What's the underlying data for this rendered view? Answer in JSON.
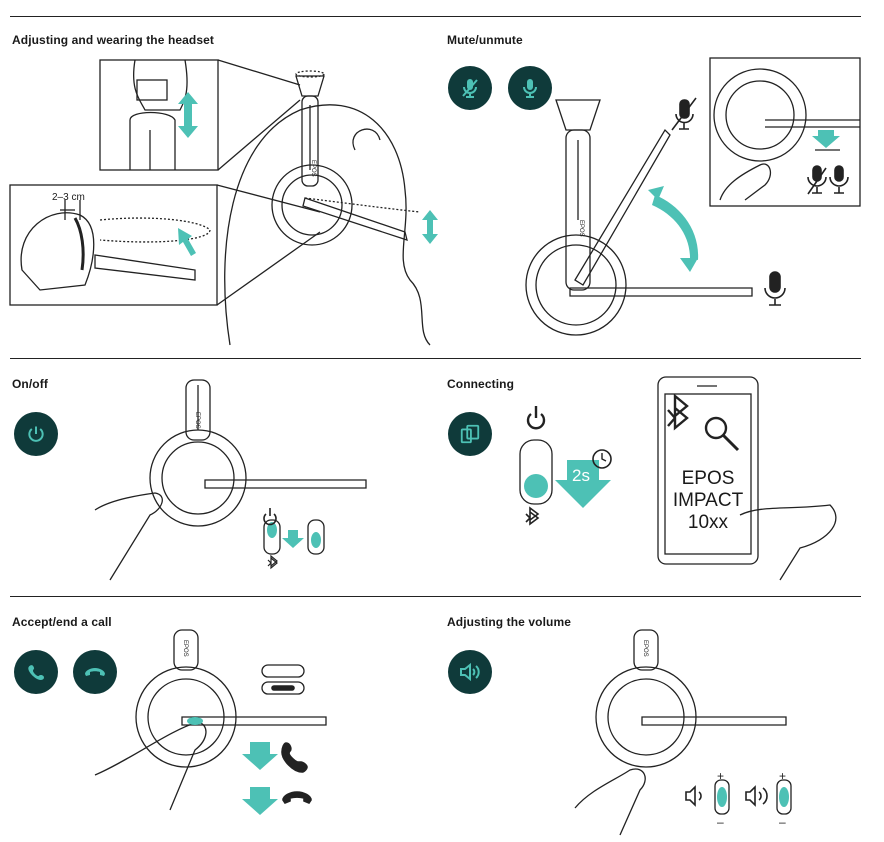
{
  "sections": {
    "wearing": {
      "title": "Adjusting and wearing the headset",
      "measure": "2–3 cm"
    },
    "mute": {
      "title": "Mute/unmute"
    },
    "onoff": {
      "title": "On/off"
    },
    "connect": {
      "title": "Connecting",
      "timer": "2s",
      "phone_lines": [
        "EPOS",
        "IMPACT",
        "10xx"
      ]
    },
    "call": {
      "title": "Accept/end a call"
    },
    "volume": {
      "title": "Adjusting the volume"
    }
  },
  "brand": "EPOS",
  "colors": {
    "accent": "#4dc1b5",
    "dark": "#0f3a3a",
    "line": "#222222"
  },
  "icons": [
    "mic-icon",
    "mic-mute-icon",
    "power-icon",
    "devices-icon",
    "phone-accept-icon",
    "phone-end-icon",
    "volume-icon",
    "bluetooth-icon",
    "search-icon",
    "clock-icon"
  ]
}
